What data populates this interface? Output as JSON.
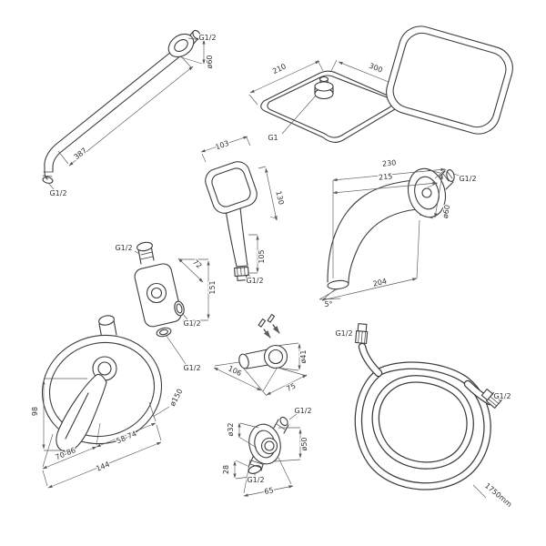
{
  "colors": {
    "background": "#ffffff",
    "line": "#3c3c3c",
    "dimension": "#5a5a5a",
    "text": "#2f2f2f"
  },
  "parts": {
    "shower_arm": {
      "dims": {
        "length": "387",
        "wall_thread": "G1/2",
        "end_thread": "G1/2",
        "diameter": "ø60"
      }
    },
    "overhead_shower": {
      "dims": {
        "width": "210",
        "length": "300",
        "thread": "G1"
      }
    },
    "hand_shower": {
      "dims": {
        "width": "103",
        "head_height": "130",
        "handle_length": "105",
        "thread": "G1/2"
      }
    },
    "wall_spout": {
      "dims": {
        "total_length": "230",
        "length": "215",
        "thread": "G1/2",
        "diameter": "ø60",
        "projection": "204",
        "angle": "5°"
      }
    },
    "mixer_valve": {
      "dims": {
        "top_thread": "G1/2",
        "depth": "72",
        "height": "151",
        "side_thread": "G1/2",
        "bottom_thread": "G1/2"
      }
    },
    "mixer_trim": {
      "dims": {
        "handle_length": "98",
        "plate_diameter": "ø150",
        "right_span": "58-74",
        "left_span": "70-86",
        "total_width": "144"
      }
    },
    "holder": {
      "dims": {
        "diameter": "ø41",
        "depth": "106",
        "width": "75"
      }
    },
    "wall_outlet": {
      "dims": {
        "pipe_diameter": "ø32",
        "top_thread": "G1/2",
        "flange_diameter": "ø50",
        "depth": "28",
        "bottom_thread": "G1/2",
        "width": "65"
      }
    },
    "hose": {
      "dims": {
        "thread_a": "G1/2",
        "thread_b": "G1/2",
        "length": "1750mm"
      }
    }
  }
}
